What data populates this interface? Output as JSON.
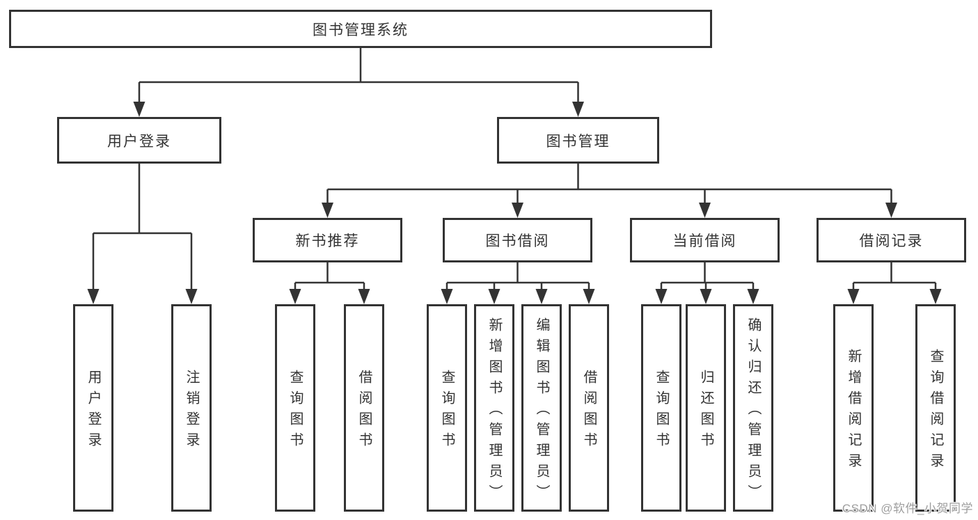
{
  "colors": {
    "line": "#333333",
    "box_border": "#333333",
    "text": "#333333",
    "background": "#ffffff",
    "watermark_text": "#9e9e9e"
  },
  "tree": {
    "root": {
      "label": "图书管理系统",
      "children": [
        {
          "label": "用户登录",
          "children": [
            {
              "label": "用户登录"
            },
            {
              "label": "注销登录"
            }
          ]
        },
        {
          "label": "图书管理",
          "children": [
            {
              "label": "新书推荐",
              "children": [
                {
                  "label": "查询图书"
                },
                {
                  "label": "借阅图书"
                }
              ]
            },
            {
              "label": "图书借阅",
              "children": [
                {
                  "label": "查询图书"
                },
                {
                  "label": "新增图书（管理员）"
                },
                {
                  "label": "编辑图书（管理员）"
                },
                {
                  "label": "借阅图书"
                }
              ]
            },
            {
              "label": "当前借阅",
              "children": [
                {
                  "label": "查询图书"
                },
                {
                  "label": "归还图书"
                },
                {
                  "label": "确认归还（管理员）"
                }
              ]
            },
            {
              "label": "借阅记录",
              "children": [
                {
                  "label": "新增借阅记录"
                },
                {
                  "label": "查询借阅记录"
                }
              ]
            }
          ]
        }
      ]
    }
  },
  "watermark": {
    "text": "CSDN @软件_小贺同学"
  }
}
